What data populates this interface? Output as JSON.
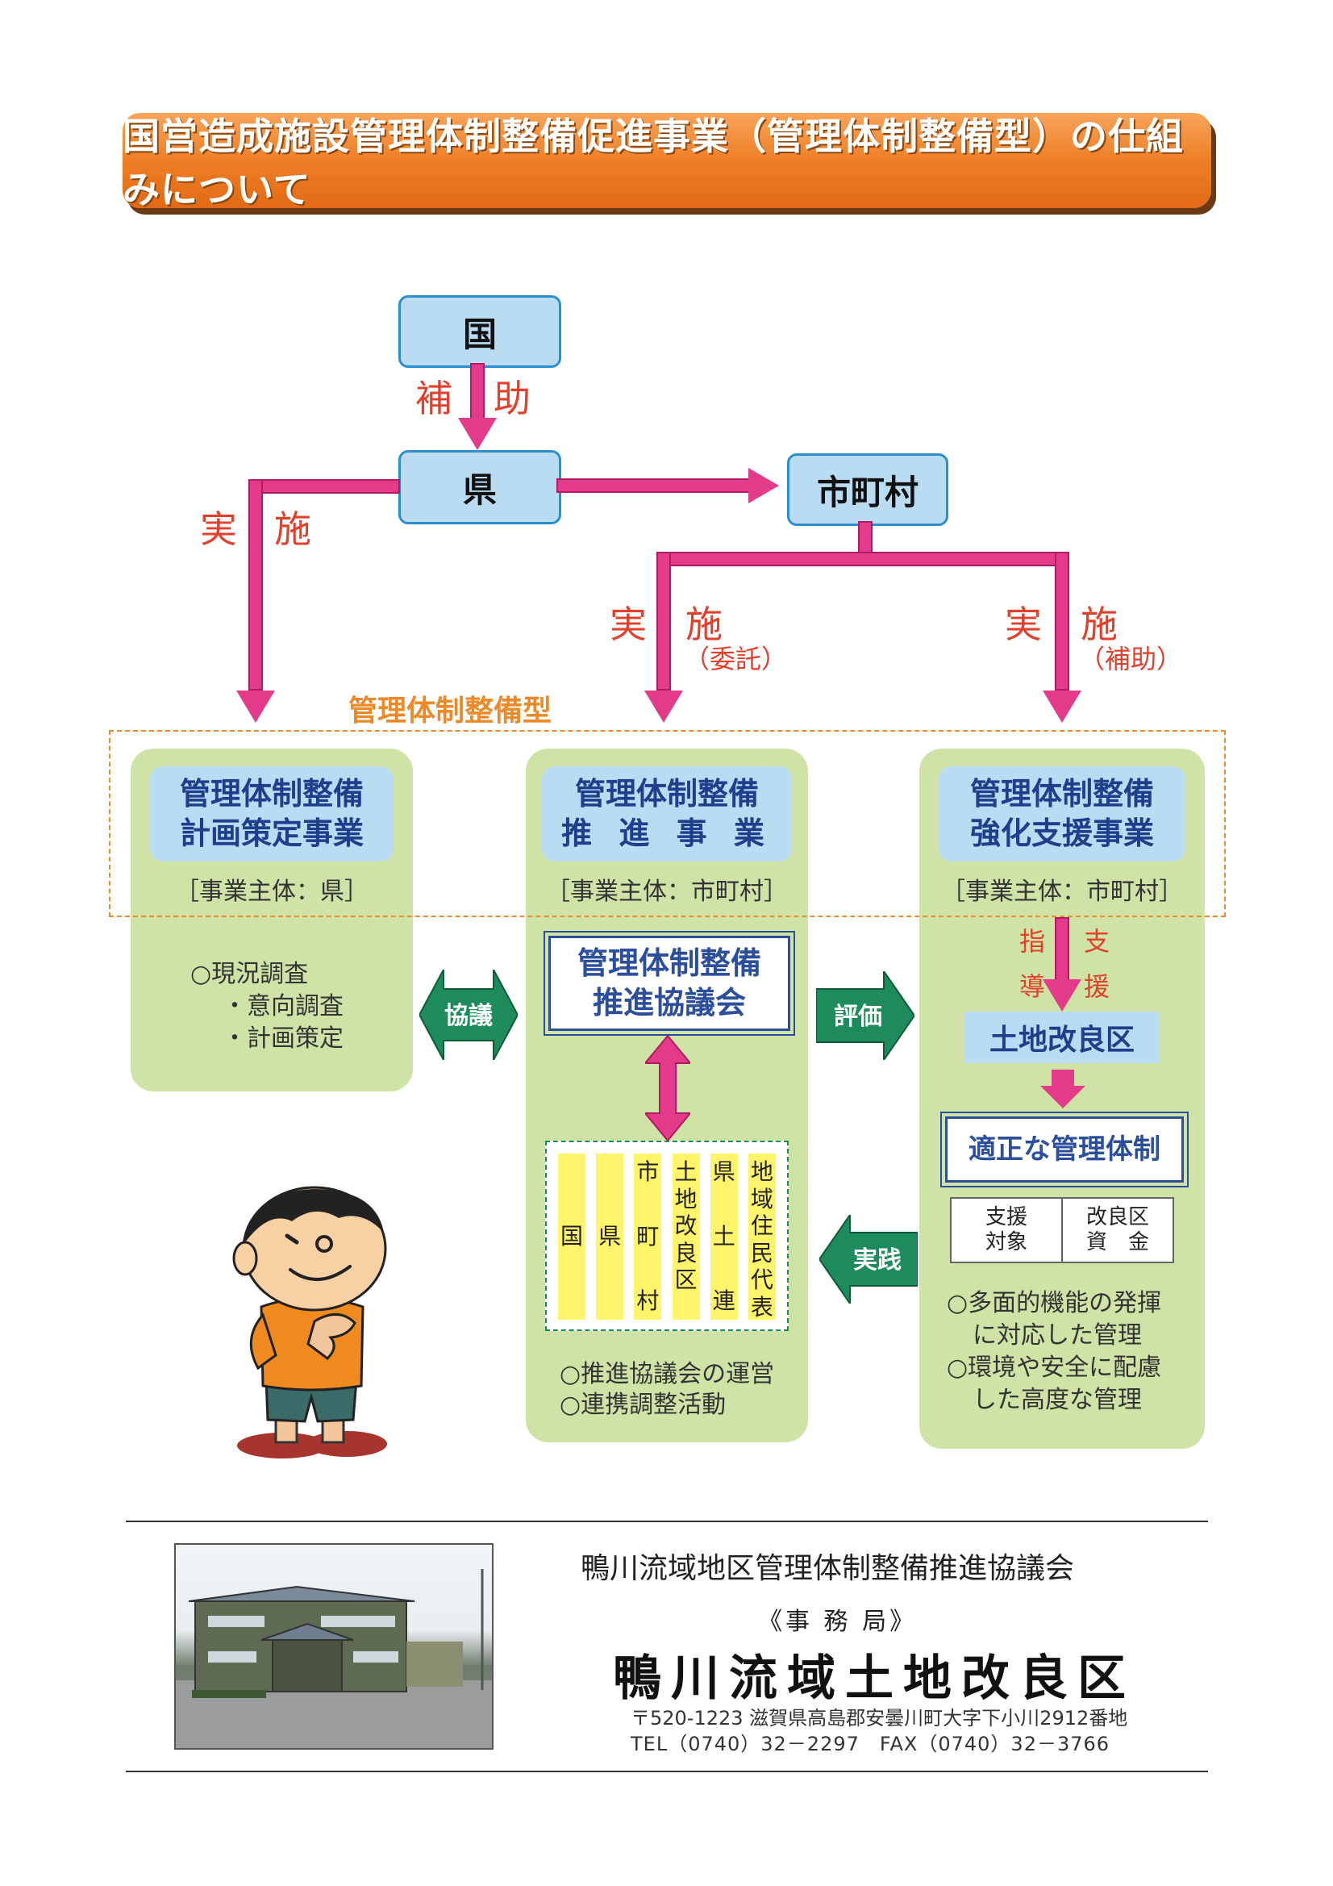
{
  "title": "国営造成施設管理体制整備促進事業（管理体制整備型）の仕組みについて",
  "entities": {
    "national": "国",
    "prefecture": "県",
    "municipality": "市町村"
  },
  "flows": {
    "subsidy": [
      "補",
      "助"
    ],
    "impl_left": [
      "実",
      "施"
    ],
    "impl_mid": [
      "実",
      "施"
    ],
    "impl_mid_note": "（委託）",
    "impl_right": [
      "実",
      "施"
    ],
    "impl_right_note": "（補助）"
  },
  "region_label": "管理体制整備型",
  "panels": {
    "left": {
      "title_lines": [
        "管理体制整備",
        "計画策定事業"
      ],
      "subject": "［事業主体：県］",
      "items": [
        "○現況調査",
        "・意向調査",
        "・計画策定"
      ]
    },
    "middle": {
      "title_lines": [
        "管理体制整備",
        "推 進 事 業"
      ],
      "subject": "［事業主体：市町村］",
      "council_lines": [
        "管理体制整備",
        "推進協議会"
      ],
      "members": [
        [
          "国"
        ],
        [
          "県"
        ],
        [
          "市",
          "町",
          "村"
        ],
        [
          "土",
          "地",
          "改",
          "良",
          "区"
        ],
        [
          "県",
          "土",
          "連"
        ],
        [
          "地",
          "域",
          "住",
          "民",
          "代",
          "表"
        ]
      ],
      "items": [
        "○推進協議会の運営",
        "○連携調整活動"
      ]
    },
    "right": {
      "title_lines": [
        "管理体制整備",
        "強化支援事業"
      ],
      "subject": "［事業主体：市町村］",
      "guide": [
        "指",
        "導"
      ],
      "support": [
        "支",
        "援"
      ],
      "district": "土地改良区",
      "proper": "適正な管理体制",
      "table": [
        "支援\n対象",
        "改良区\n資　金"
      ],
      "items": [
        "○多面的機能の発揮",
        "に対応した管理",
        "○環境や安全に配慮",
        "した高度な管理"
      ]
    }
  },
  "arrows": {
    "consult": "協議",
    "evaluate": "評価",
    "practice": "実践"
  },
  "footer": {
    "org": "鴨川流域地区管理体制整備推進協議会",
    "secretariat": "《事 務 局》",
    "name": "鴨川流域土地改良区",
    "address": "〒520-1223  滋賀県高島郡安曇川町大字下小川2912番地",
    "tel": "TEL（0740）32－2297　FAX（0740）32－3766"
  },
  "colors": {
    "banner": "#ee7f26",
    "entity": "#b9dcf3",
    "connector": "#e33b8a",
    "panel": "#cfe3a7",
    "arrow": "#1e8b5c"
  }
}
